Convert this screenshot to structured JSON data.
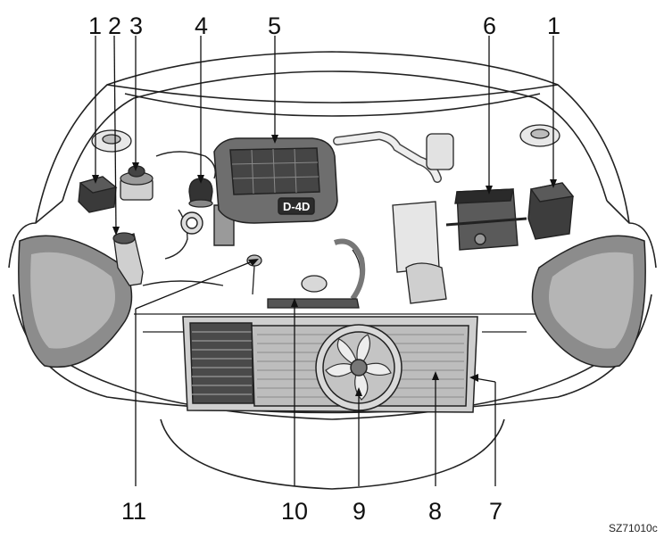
{
  "figure": {
    "callouts": [
      "1",
      "2",
      "3",
      "4",
      "5",
      "6",
      "1",
      "11",
      "10",
      "9",
      "8",
      "7"
    ],
    "code": "SZ71010c",
    "engine_badge": "D-4D"
  }
}
